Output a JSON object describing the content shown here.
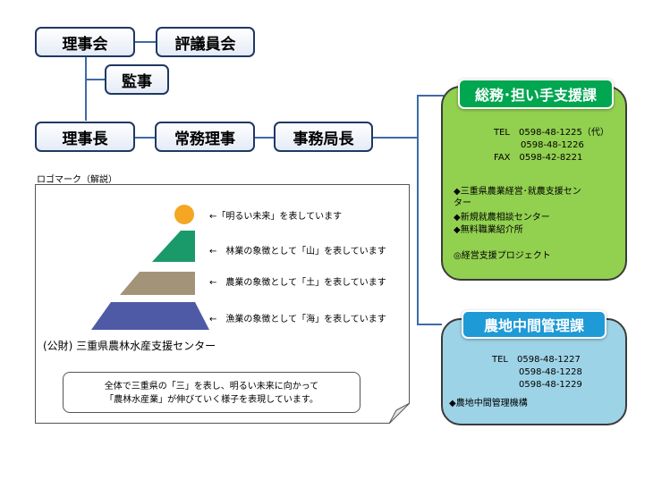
{
  "org": {
    "board": "理事会",
    "council": "評議員会",
    "auditor": "監事",
    "chairman": "理事長",
    "managing_director": "常務理事",
    "secretary_general": "事務局長"
  },
  "dept1": {
    "title": "総務･担い手支援課",
    "contacts": "TEL　0598-48-1225（代）\n　　　0598-48-1226\nFAX　0598-42-8221",
    "items": [
      "◆三重県農業経営･就農支援セン\nター",
      "◆新規就農相談センター",
      "◆無料職業紹介所"
    ],
    "project": "◎経営支援プロジェクト",
    "color": "#92d050",
    "title_color": "#00a650"
  },
  "dept2": {
    "title": "農地中間管理課",
    "contacts": "TEL　0598-48-1227\n　　　0598-48-1228\n　　　0598-48-1229",
    "items": [
      "◆農地中間管理機構"
    ],
    "color": "#9dd3e6",
    "title_color": "#1e9ad6"
  },
  "logo": {
    "heading": "ロゴマーク（解説）",
    "lines": [
      "←「明るい未来」を表しています",
      "←　林業の象徴として「山」を表しています",
      "←　農業の象徴として「土」を表しています",
      "←　漁業の象徴として「海」を表しています"
    ],
    "org_name": "(公財) 三重県農林水産支援センター",
    "note_line1": "全体で三重県の「三」を表し、明るい未来に向かって",
    "note_line2": "「農林水産業」が伸びていく様子を表現しています。",
    "sun_color": "#f5a623",
    "mountain_color": "#1a9a6a",
    "soil_color": "#a39479",
    "sea_color": "#4f5aa6"
  }
}
